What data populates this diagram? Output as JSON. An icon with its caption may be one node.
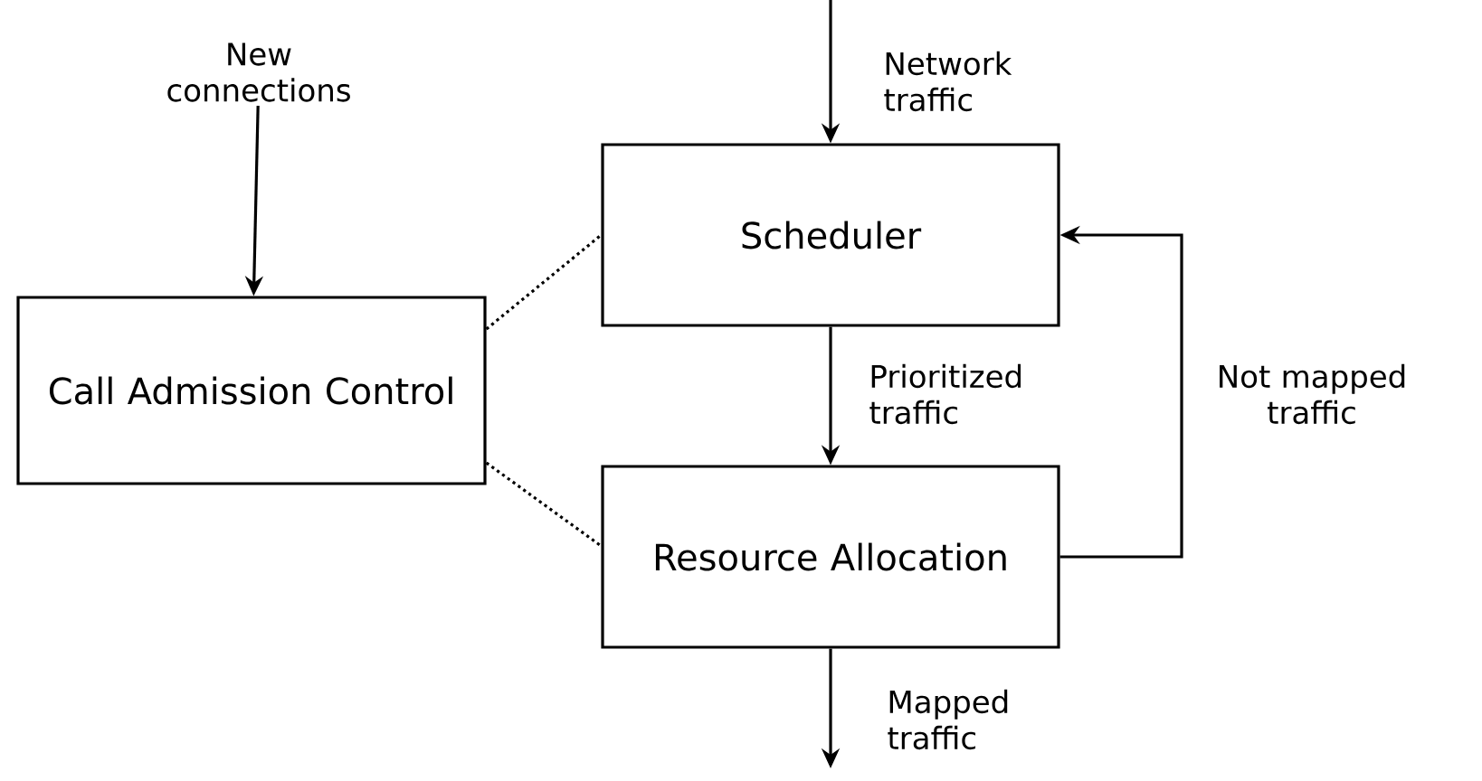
{
  "diagram": {
    "nodes": [
      {
        "text": [
          "Call Admission Control"
        ]
      },
      {
        "text": [
          "Scheduler"
        ]
      },
      {
        "text": [
          "Resource Allocation"
        ]
      },
      {
        "text": [
          "New connections"
        ]
      }
    ],
    "edges": [
      {
        "from": 3,
        "to": 0,
        "arrow": "to"
      },
      {
        "from": null,
        "to": 1,
        "arrow": "to",
        "label": "Network traffic"
      },
      {
        "from": 1,
        "to": 2,
        "arrow": "to",
        "label": "Prioritized traffic"
      },
      {
        "from": 2,
        "to": 1,
        "arrow": "to",
        "label": "Not mapped traffic"
      },
      {
        "from": 2,
        "to": null,
        "arrow": "to",
        "label": "Mapped traffic"
      },
      {
        "from": 0,
        "to": 1,
        "arrow": "none",
        "style": "dashed"
      },
      {
        "from": 0,
        "to": 2,
        "arrow": "none",
        "style": "dashed"
      }
    ]
  }
}
